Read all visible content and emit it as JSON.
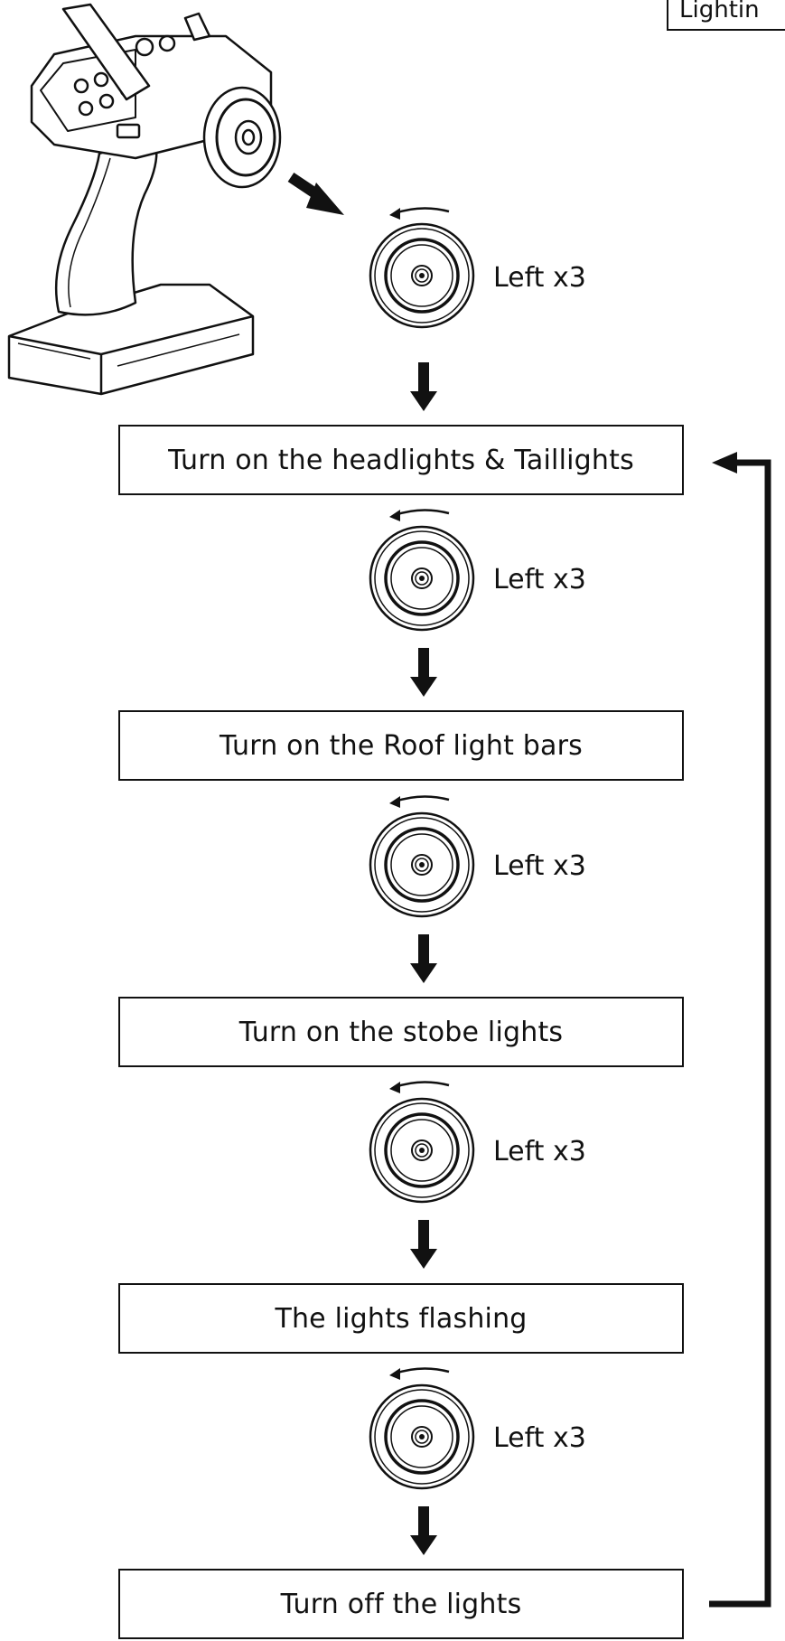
{
  "header": {
    "label": "Lightin"
  },
  "transmitter": {
    "icon": "transmitter-icon"
  },
  "wheel_label": "Left  x3",
  "steps": [
    {
      "label": "Turn on the headlights & Taillights"
    },
    {
      "label": "Turn on the Roof light bars"
    },
    {
      "label": "Turn on the stobe lights"
    },
    {
      "label": "The lights flashing"
    },
    {
      "label": "Turn off the lights"
    }
  ],
  "icons": {
    "wheel": "steering-wheel-icon",
    "rotate_arrow": "counterclockwise-arrow-icon",
    "down_arrow": "down-arrow-icon",
    "loop_arrow": "loop-back-arrow-icon"
  }
}
